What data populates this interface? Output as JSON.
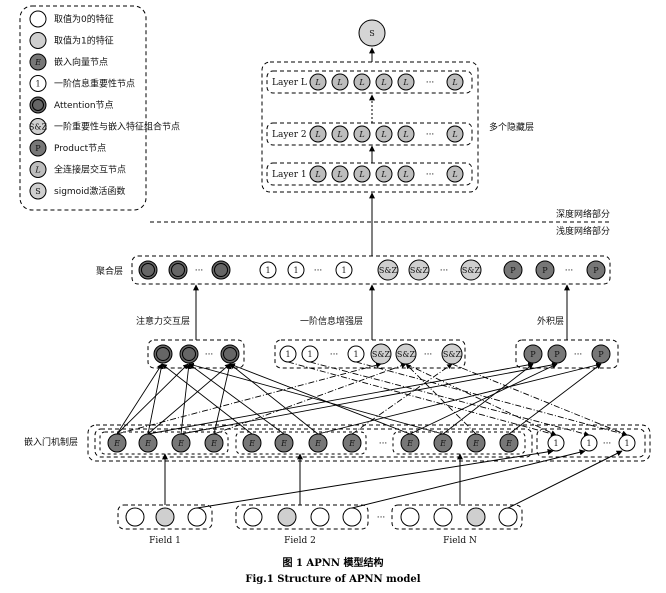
{
  "legend": [
    {
      "type": "zero",
      "glyph": "",
      "label": "取值为0的特征"
    },
    {
      "type": "one",
      "glyph": "",
      "label": "取值为1的特征"
    },
    {
      "type": "embed",
      "glyph": "E",
      "label": "嵌入向量节点"
    },
    {
      "type": "first",
      "glyph": "1",
      "label": "一阶信息重要性节点"
    },
    {
      "type": "attn",
      "glyph": "",
      "label": "Attention节点"
    },
    {
      "type": "sz",
      "glyph": "S&Z",
      "label": "一阶重要性与嵌入特征组合节点"
    },
    {
      "type": "prod",
      "glyph": "P",
      "label": "Product节点"
    },
    {
      "type": "fc",
      "glyph": "L",
      "label": "全连接层交互节点"
    },
    {
      "type": "sig",
      "glyph": "S",
      "label": "sigmoid激活函数"
    }
  ],
  "network": {
    "output_label": "S",
    "layers": [
      "Layer L",
      "Layer 2",
      "Layer 1"
    ],
    "hidden_label": "多个隐藏层",
    "deep_label": "深度网络部分",
    "shallow_label": "浅度网络部分",
    "agg_label": "聚合层",
    "attn_layer_label": "注意力交互层",
    "first_layer_label": "一阶信息增强层",
    "prod_layer_label": "外积层",
    "gate_label": "嵌入门机制层",
    "fields": [
      "Field 1",
      "Field 2",
      "Field N"
    ],
    "node_L": "L",
    "node_E": "E",
    "node_1": "1",
    "node_P": "P",
    "node_SZ": "S&Z",
    "ellipsis": "···"
  },
  "caption": {
    "cn": "图 1    APNN 模型结构",
    "en": "Fig.1    Structure of APNN model"
  }
}
